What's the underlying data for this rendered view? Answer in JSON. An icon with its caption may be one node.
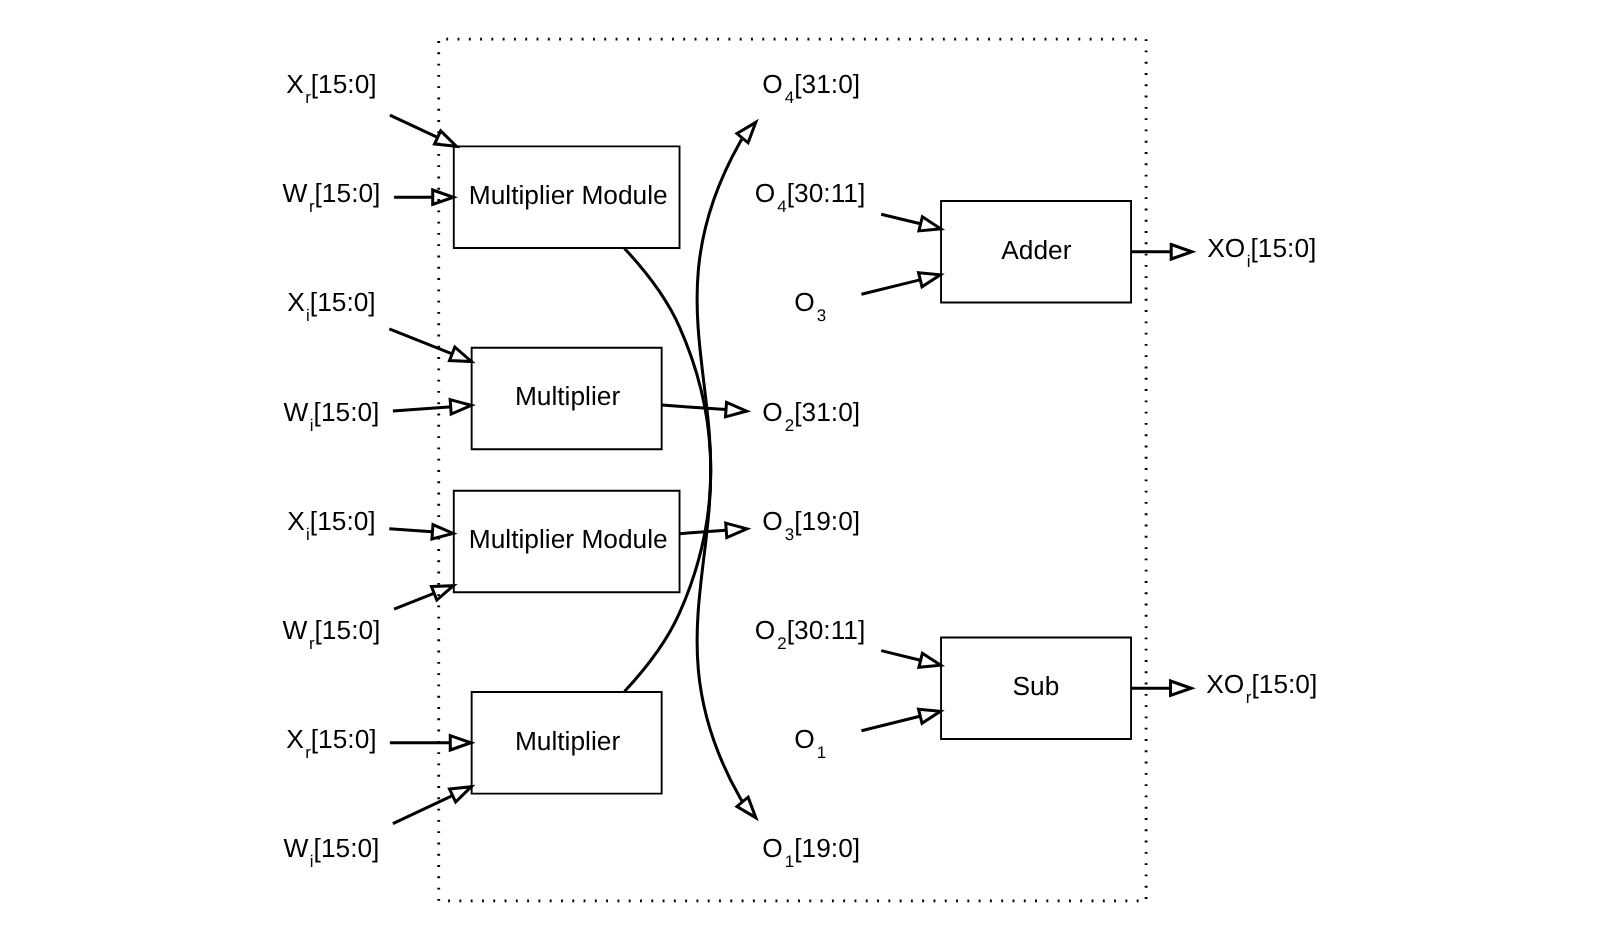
{
  "diagram": {
    "nodes": [
      {
        "text": [],
        "shape": "box"
      },
      {
        "text": [
          "X$_{r}$[15:0]"
        ]
      },
      {
        "text": [
          "W$_{r}$[15:0]"
        ]
      },
      {
        "text": [
          "Multiplier Module"
        ],
        "in": 0
      },
      {
        "text": [
          "O$_{1}$[19:0]"
        ],
        "in": 0
      },
      {
        "text": [
          "O$_{1}$"
        ],
        "in": 0
      },
      {
        "text": [
          "O$_{2}$[30:11]"
        ],
        "in": 0
      },
      {
        "text": [
          "Sub"
        ],
        "in": 0
      },
      {
        "text": [
          "XO$_{r}$[15:0]"
        ]
      },
      {
        "text": [
          "X$_{i}$[15:0]"
        ]
      },
      {
        "text": [
          "W$_{i}$[15:0]"
        ]
      },
      {
        "text": [
          "Multiplier"
        ],
        "in": 0
      },
      {
        "text": [
          "O$_{2}$[31:0]"
        ],
        "in": 0
      },
      {
        "text": [
          "X$_{i}$[15:0]"
        ]
      },
      {
        "text": [
          "W$_{r}$[15:0]"
        ]
      },
      {
        "text": [
          "Multiplier Module"
        ],
        "in": 0
      },
      {
        "text": [
          "O$_{3}$[19:0]"
        ],
        "in": 0
      },
      {
        "text": [
          "O$_{3}$"
        ],
        "in": 0
      },
      {
        "text": [
          "O$_{4}$[30:11]"
        ],
        "in": 0
      },
      {
        "text": [
          "Adder"
        ],
        "in": 0
      },
      {
        "text": [
          "XO$_{i}$[15:0]"
        ]
      },
      {
        "text": [
          "X$_{r}$[15:0]"
        ]
      },
      {
        "text": [
          "W$_{i}$[15:0]"
        ]
      },
      {
        "text": [
          "Multiplier"
        ],
        "in": 0
      },
      {
        "text": [
          "O$_{4}$[31:0]"
        ],
        "in": 0
      }
    ],
    "edges": [
      {
        "from": 1,
        "to": 3,
        "arrow": "to"
      },
      {
        "from": 2,
        "to": 3,
        "arrow": "to"
      },
      {
        "from": 3,
        "to": 4,
        "arrow": "to"
      },
      {
        "from": 5,
        "to": 7,
        "arrow": "to"
      },
      {
        "from": 6,
        "to": 7,
        "arrow": "to"
      },
      {
        "from": 7,
        "to": 8,
        "arrow": "to"
      },
      {
        "from": 9,
        "to": 11,
        "arrow": "to"
      },
      {
        "from": 10,
        "to": 11,
        "arrow": "to"
      },
      {
        "from": 11,
        "to": 12,
        "arrow": "to"
      },
      {
        "from": 13,
        "to": 15,
        "arrow": "to"
      },
      {
        "from": 14,
        "to": 15,
        "arrow": "to"
      },
      {
        "from": 15,
        "to": 16,
        "arrow": "to"
      },
      {
        "from": 17,
        "to": 19,
        "arrow": "to"
      },
      {
        "from": 18,
        "to": 19,
        "arrow": "to"
      },
      {
        "from": 19,
        "to": 20,
        "arrow": "to"
      },
      {
        "from": 21,
        "to": 23,
        "arrow": "to"
      },
      {
        "from": 22,
        "to": 23,
        "arrow": "to"
      },
      {
        "from": 23,
        "to": 24,
        "arrow": "to"
      }
    ]
  }
}
